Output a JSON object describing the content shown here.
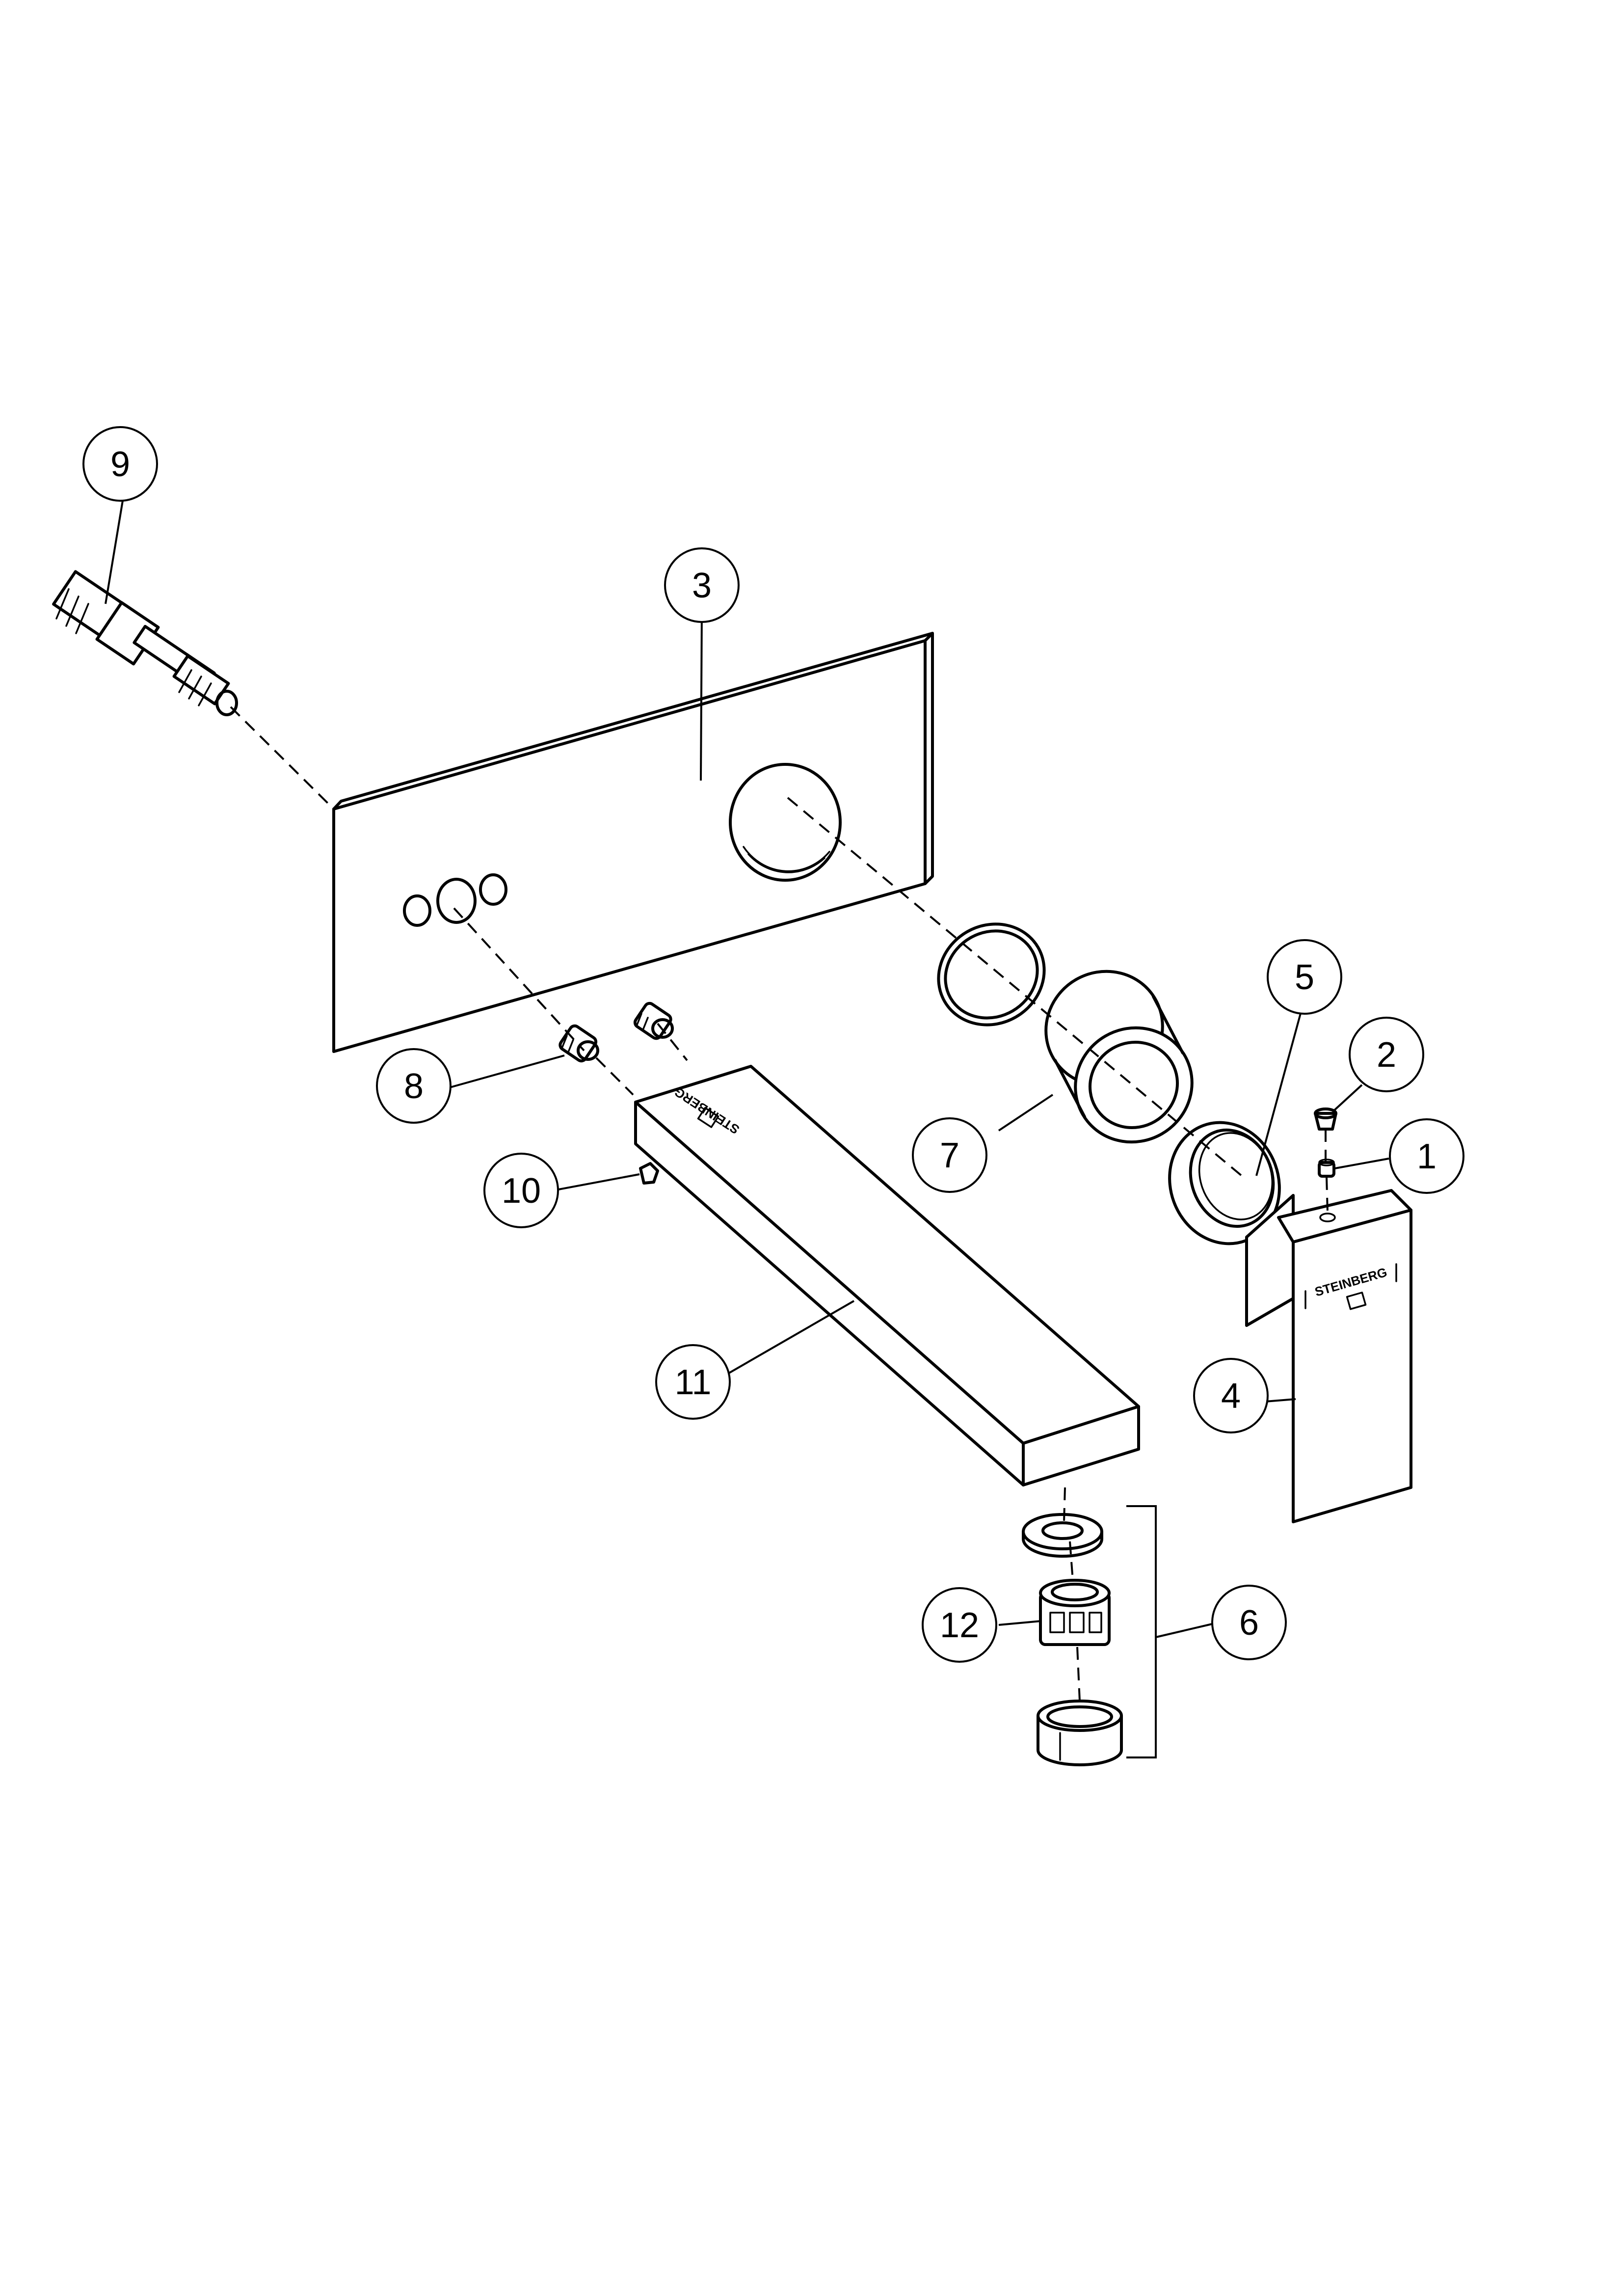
{
  "diagram": {
    "brand_text": "STEINBERG",
    "callouts": [
      "1",
      "2",
      "3",
      "4",
      "5",
      "6",
      "7",
      "8",
      "9",
      "10",
      "11",
      "12"
    ]
  }
}
